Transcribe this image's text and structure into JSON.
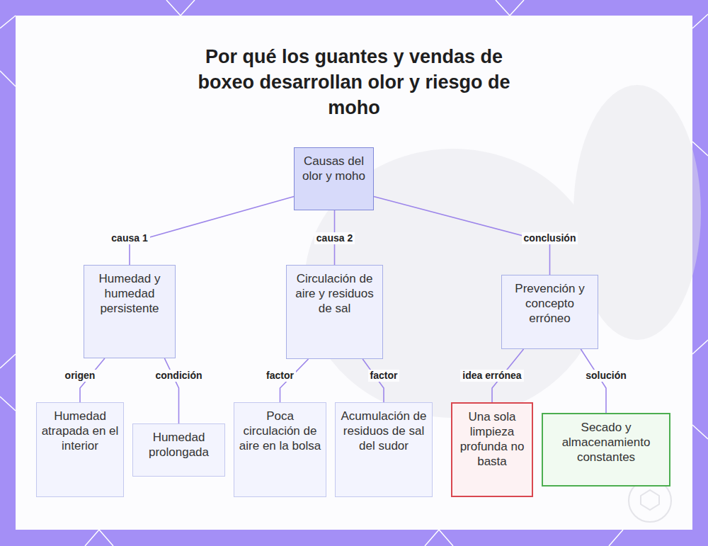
{
  "diagram": {
    "title": "Por qué los guantes y vendas de boxeo desarrollan olor y riesgo de moho",
    "nodes": [
      {
        "text": [
          "Causas del olor y moho"
        ]
      },
      {
        "text": [
          "Humedad y humedad persistente"
        ]
      },
      {
        "text": [
          "Circulación de aire y residuos de sal"
        ]
      },
      {
        "text": [
          "Prevención y concepto erróneo"
        ]
      },
      {
        "text": [
          "Humedad atrapada en el interior"
        ]
      },
      {
        "text": [
          "Humedad prolongada"
        ]
      },
      {
        "text": [
          "Poca circulación de aire en la bolsa"
        ]
      },
      {
        "text": [
          "Acumulación de residuos de sal del sudor"
        ]
      },
      {
        "text": [
          "Una sola limpieza profunda no basta"
        ]
      },
      {
        "text": [
          "Secado y almacenamiento constantes"
        ]
      }
    ],
    "edges": [
      {
        "from": 0,
        "to": 1,
        "arrow": "none",
        "label": "causa 1"
      },
      {
        "from": 0,
        "to": 2,
        "arrow": "none",
        "label": "causa 2"
      },
      {
        "from": 0,
        "to": 3,
        "arrow": "none",
        "label": "conclusión"
      },
      {
        "from": 1,
        "to": 4,
        "arrow": "none",
        "label": "origen"
      },
      {
        "from": 1,
        "to": 5,
        "arrow": "none",
        "label": "condición"
      },
      {
        "from": 2,
        "to": 6,
        "arrow": "none",
        "label": "factor"
      },
      {
        "from": 2,
        "to": 7,
        "arrow": "none",
        "label": "factor"
      },
      {
        "from": 3,
        "to": 8,
        "arrow": "none",
        "label": "idea errónea"
      },
      {
        "from": 3,
        "to": 9,
        "arrow": "none",
        "label": "solución"
      }
    ]
  }
}
